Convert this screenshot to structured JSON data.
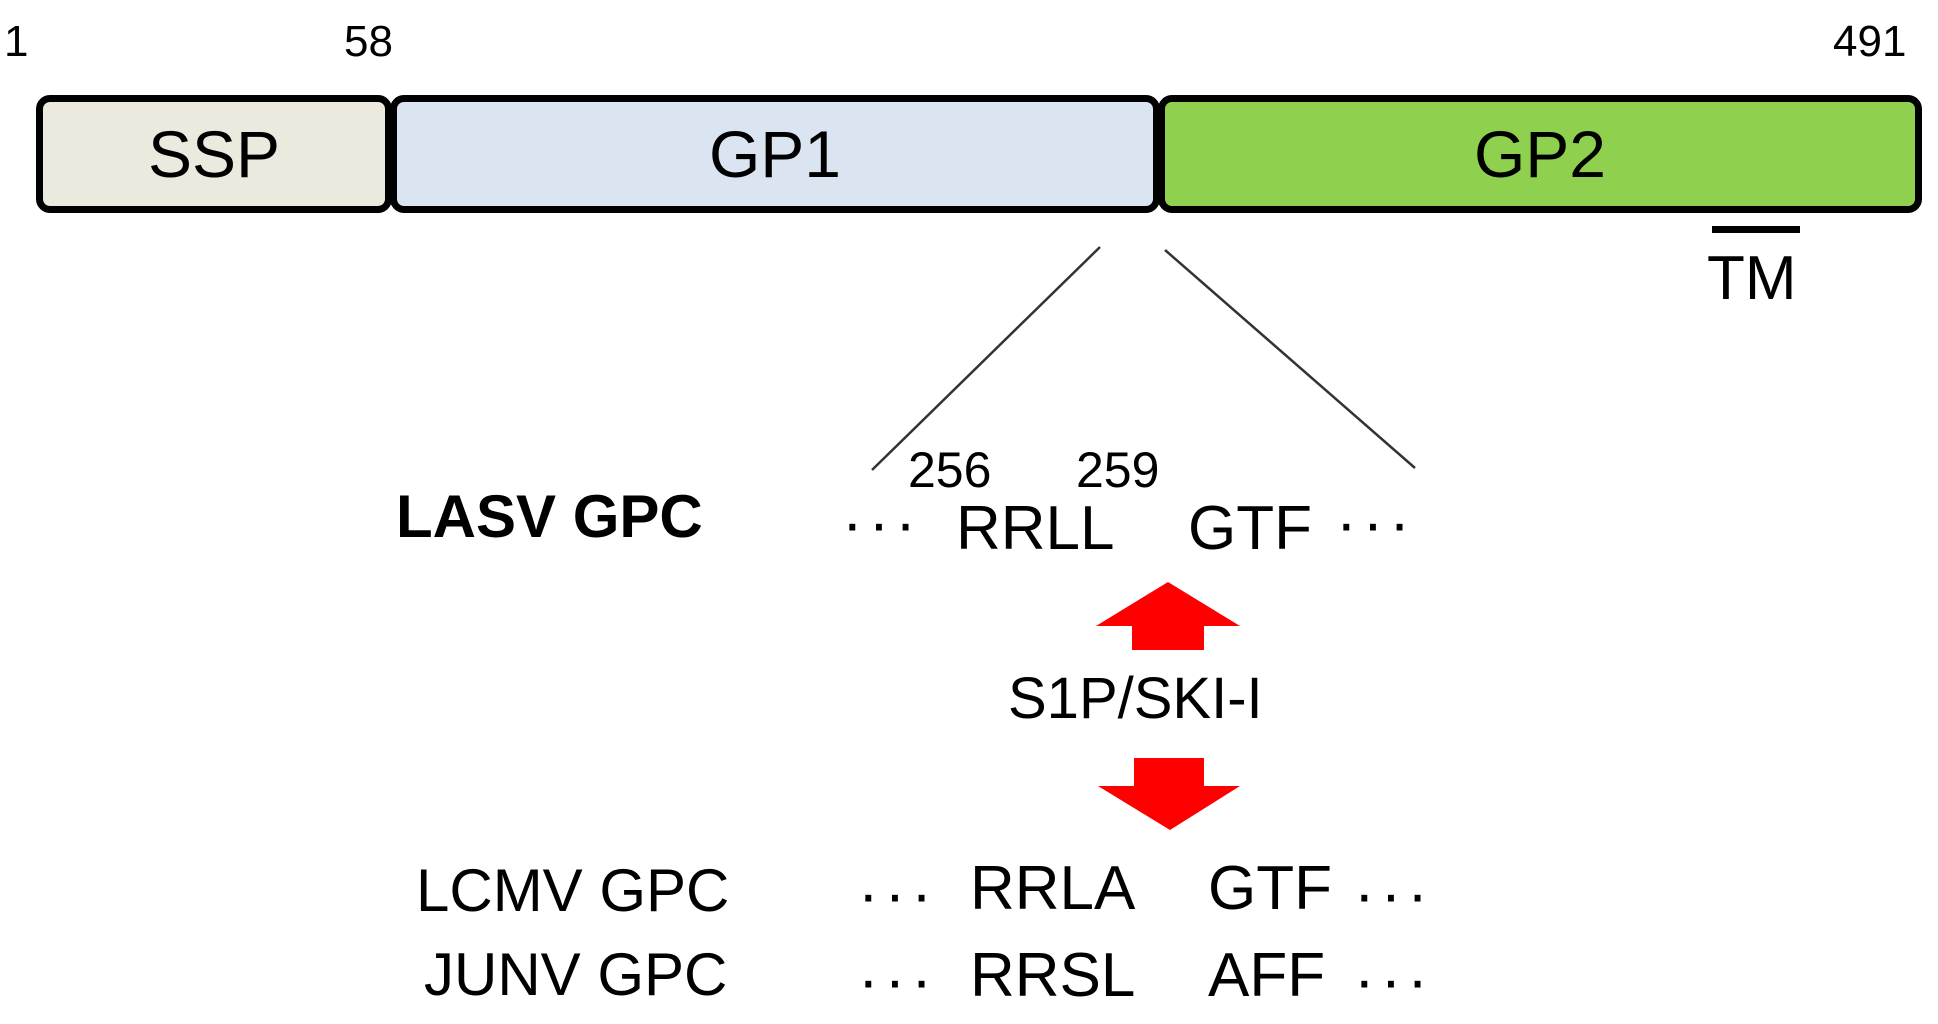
{
  "positions": {
    "start": "1",
    "ssp_end": "58",
    "end": "491"
  },
  "domains": {
    "ssp": {
      "label": "SSP",
      "color": "#ece9df"
    },
    "gp1": {
      "label": "GP1",
      "color": "#dbe4f1"
    },
    "gp2": {
      "label": "GP2",
      "color": "#8fd14f"
    }
  },
  "tm_label": "TM",
  "residues": {
    "first": "256",
    "second": "259"
  },
  "lasv": {
    "name": "LASV GPC",
    "left": "RRLL",
    "right": "GTF"
  },
  "protease": {
    "label": "S1P/SKI-I",
    "arrow_color": "#ff0000"
  },
  "others": [
    {
      "name": "LCMV GPC",
      "left": "RRLA",
      "right": "GTF"
    },
    {
      "name": "JUNV GPC",
      "left": "RRSL",
      "right": "AFF"
    }
  ],
  "ellipsis": "···"
}
